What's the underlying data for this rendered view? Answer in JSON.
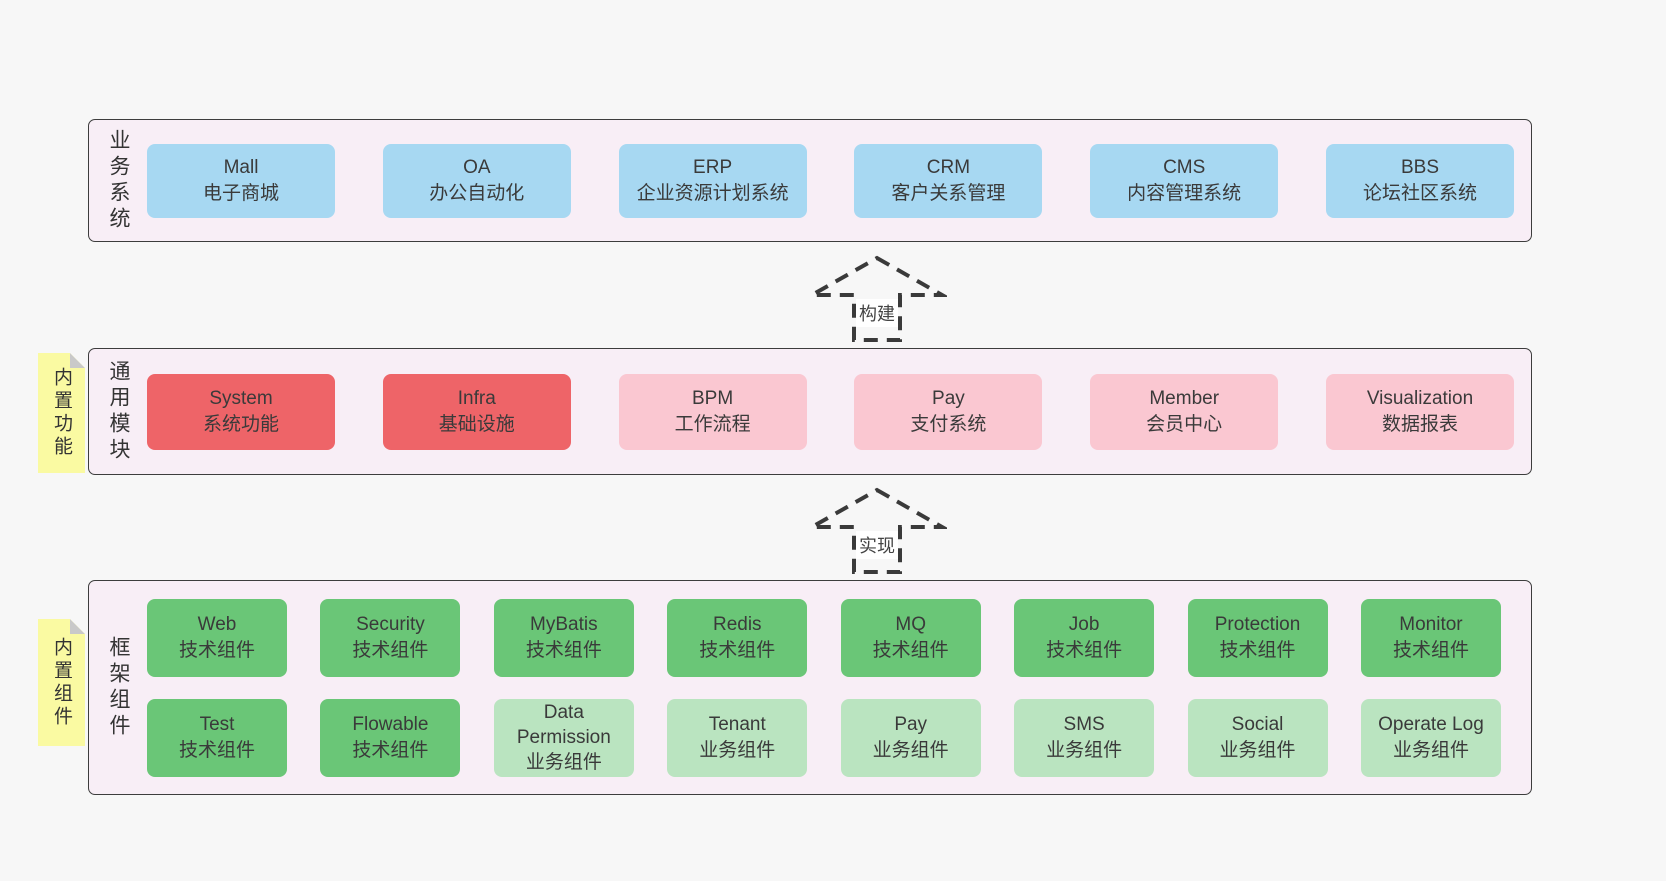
{
  "colors": {
    "page_bg": "#f7f7f7",
    "panel_bg": "#f8eef6",
    "panel_border": "#3d3d3d",
    "text": "#3a3a3a",
    "blue": "#a7d8f2",
    "red": "#ee6468",
    "pink": "#fac7d1",
    "green": "#6ac677",
    "light_green": "#bae4c0",
    "sticky_bg": "#fafaa2",
    "sticky_fold": "#c9c9c9"
  },
  "sections": [
    {
      "id": "business-systems",
      "label": "业务系统",
      "sticky": null,
      "box_rows": [
        [
          {
            "title": "Mall",
            "subtitle": "电子商城",
            "color": "blue"
          },
          {
            "title": "OA",
            "subtitle": "办公自动化",
            "color": "blue"
          },
          {
            "title": "ERP",
            "subtitle": "企业资源计划系统",
            "color": "blue"
          },
          {
            "title": "CRM",
            "subtitle": "客户关系管理",
            "color": "blue"
          },
          {
            "title": "CMS",
            "subtitle": "内容管理系统",
            "color": "blue"
          },
          {
            "title": "BBS",
            "subtitle": "论坛社区系统",
            "color": "blue"
          }
        ]
      ]
    },
    {
      "id": "common-modules",
      "label": "通用模块",
      "sticky": "内置功能",
      "box_rows": [
        [
          {
            "title": "System",
            "subtitle": "系统功能",
            "color": "red"
          },
          {
            "title": "Infra",
            "subtitle": "基础设施",
            "color": "red"
          },
          {
            "title": "BPM",
            "subtitle": "工作流程",
            "color": "pink"
          },
          {
            "title": "Pay",
            "subtitle": "支付系统",
            "color": "pink"
          },
          {
            "title": "Member",
            "subtitle": "会员中心",
            "color": "pink"
          },
          {
            "title": "Visualization",
            "subtitle": "数据报表",
            "color": "pink"
          }
        ]
      ]
    },
    {
      "id": "framework-components",
      "label": "框架组件",
      "sticky": "内置组件",
      "box_rows": [
        [
          {
            "title": "Web",
            "subtitle": "技术组件",
            "color": "green"
          },
          {
            "title": "Security",
            "subtitle": "技术组件",
            "color": "green"
          },
          {
            "title": "MyBatis",
            "subtitle": "技术组件",
            "color": "green"
          },
          {
            "title": "Redis",
            "subtitle": "技术组件",
            "color": "green"
          },
          {
            "title": "MQ",
            "subtitle": "技术组件",
            "color": "green"
          },
          {
            "title": "Job",
            "subtitle": "技术组件",
            "color": "green"
          },
          {
            "title": "Protection",
            "subtitle": "技术组件",
            "color": "green"
          },
          {
            "title": "Monitor",
            "subtitle": "技术组件",
            "color": "green"
          }
        ],
        [
          {
            "title": "Test",
            "subtitle": "技术组件",
            "color": "green"
          },
          {
            "title": "Flowable",
            "subtitle": "技术组件",
            "color": "green"
          },
          {
            "title": "Data Permission",
            "subtitle": "业务组件",
            "color": "light_green"
          },
          {
            "title": "Tenant",
            "subtitle": "业务组件",
            "color": "light_green"
          },
          {
            "title": "Pay",
            "subtitle": "业务组件",
            "color": "light_green"
          },
          {
            "title": "SMS",
            "subtitle": "业务组件",
            "color": "light_green"
          },
          {
            "title": "Social",
            "subtitle": "业务组件",
            "color": "light_green"
          },
          {
            "title": "Operate Log",
            "subtitle": "业务组件",
            "color": "light_green"
          }
        ]
      ]
    }
  ],
  "arrows": [
    {
      "label": "构建"
    },
    {
      "label": "实现"
    }
  ]
}
